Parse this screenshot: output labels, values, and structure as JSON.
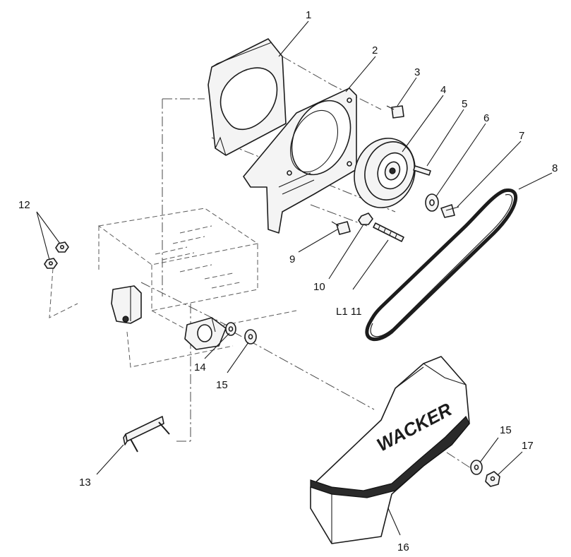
{
  "brand": {
    "logo_text": "WACKER"
  },
  "callouts": [
    {
      "id": "c1",
      "label": "1"
    },
    {
      "id": "c2",
      "label": "2"
    },
    {
      "id": "c3",
      "label": "3"
    },
    {
      "id": "c4",
      "label": "4"
    },
    {
      "id": "c5",
      "label": "5"
    },
    {
      "id": "c6",
      "label": "6"
    },
    {
      "id": "c7",
      "label": "7"
    },
    {
      "id": "c8",
      "label": "8"
    },
    {
      "id": "c9",
      "label": "9"
    },
    {
      "id": "c10",
      "label": "10"
    },
    {
      "id": "c11",
      "label": "L1 11"
    },
    {
      "id": "c12",
      "label": "12"
    },
    {
      "id": "c13",
      "label": "13"
    },
    {
      "id": "c14",
      "label": "14"
    },
    {
      "id": "c15a",
      "label": "15"
    },
    {
      "id": "c15b",
      "label": "15"
    },
    {
      "id": "c16",
      "label": "16"
    },
    {
      "id": "c17",
      "label": "17"
    }
  ]
}
